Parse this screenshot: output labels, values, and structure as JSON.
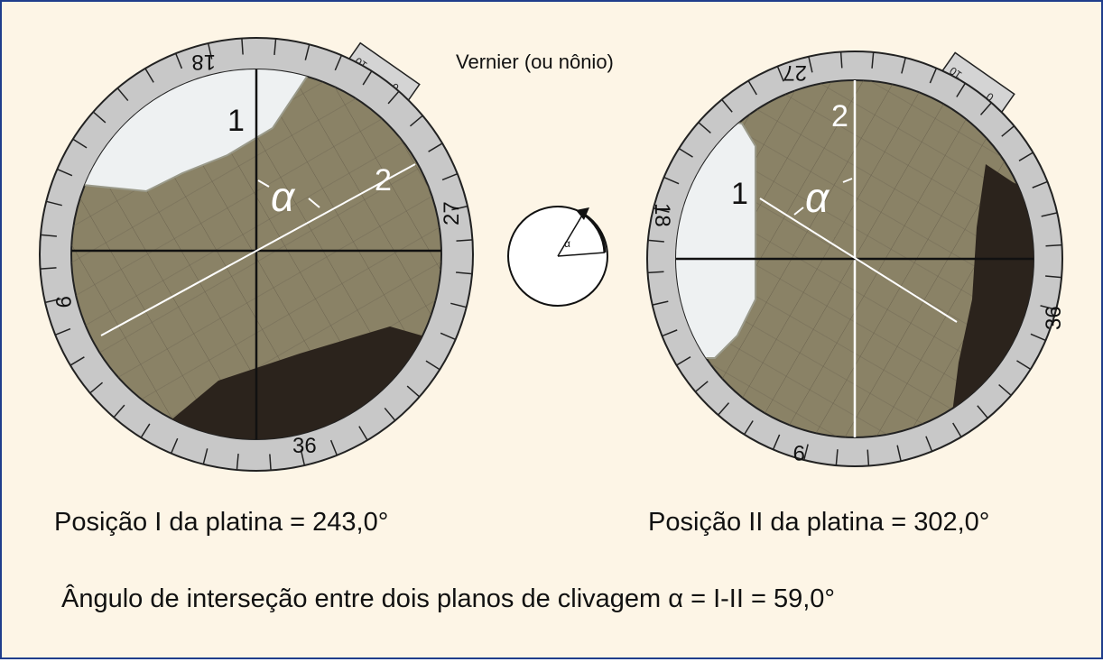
{
  "vernier_label": "Vernier (ou nônio)",
  "left_stage": {
    "scale_labels": [
      "18",
      "27",
      "36",
      "9"
    ],
    "vernier_labels": [
      "10",
      "0"
    ],
    "line_labels": [
      "1",
      "2"
    ],
    "angle_symbol": "α"
  },
  "right_stage": {
    "scale_labels": [
      "27",
      "18",
      "36",
      "9"
    ],
    "vernier_labels": [
      "10",
      "0"
    ],
    "line_labels": [
      "1",
      "2"
    ],
    "angle_symbol": "α"
  },
  "center_icon": {
    "angle_symbol": "α"
  },
  "captions": {
    "position_1": "Posição I da platina = 243,0°",
    "position_2": "Posição II da platina = 302,0°",
    "result": "Ângulo de interseção entre dois planos de clivagem α = I-II = 59,0°"
  },
  "colors": {
    "frame_border": "#1f3d8c",
    "background": "#fdf5e6",
    "stage_ring": "#c8c8c8",
    "mineral_field": "#8a8266",
    "dark_grain": "#2b231c",
    "light_grain": "#eef1f2"
  }
}
